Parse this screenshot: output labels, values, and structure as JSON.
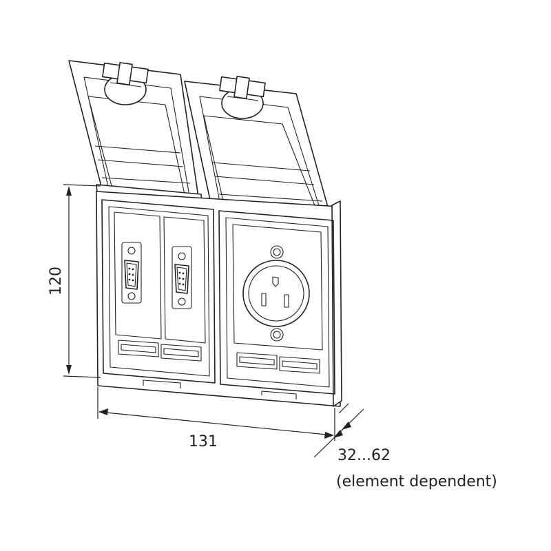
{
  "dimensions": {
    "height": "120",
    "width": "131",
    "depth": "32...62",
    "depth_note": "(element dependent)"
  },
  "colors": {
    "line": "#222222",
    "background": "#ffffff"
  }
}
